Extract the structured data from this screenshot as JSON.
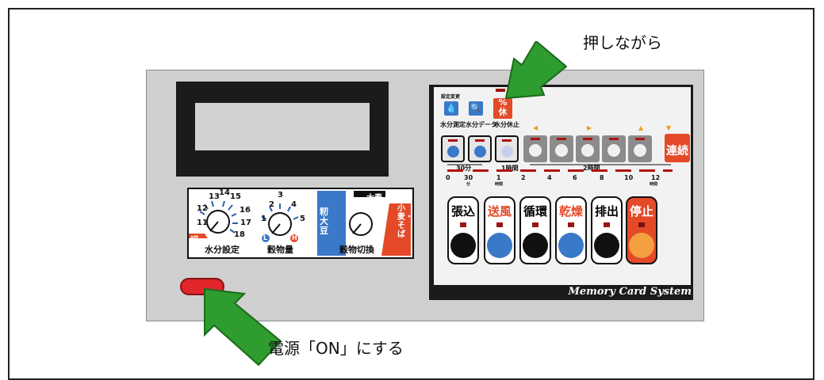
{
  "callouts": {
    "press_while": "押しながら",
    "power_on": "電源「ON」にする"
  },
  "dials": {
    "moisture": {
      "label": "水分設定",
      "ticks": [
        "13",
        "14",
        "15",
        "12",
        "16",
        "11",
        "17",
        "18"
      ],
      "off": "切"
    },
    "quantity": {
      "label": "穀物量",
      "ticks": [
        "2",
        "3",
        "4",
        "1",
        "5"
      ],
      "low": "L",
      "high": "H"
    },
    "grain": {
      "label": "穀物切換",
      "left_label": "籾大豆",
      "top_label": "大麦",
      "right_label": "小麦・そば"
    }
  },
  "control": {
    "setting_change": "設定変更",
    "icons": {
      "moisture_measure": "水分測定",
      "moisture_data": "水分データ",
      "moisture_pause": "水分休止",
      "pause_char": "休",
      "percent": "%"
    },
    "time_labels": {
      "min30": "30分",
      "hour1": "1時間",
      "hour2": "2時間"
    },
    "continuous": "連続",
    "scale": [
      "0",
      "30",
      "1",
      "2",
      "4",
      "6",
      "8",
      "10",
      "12"
    ],
    "scale_units": {
      "min": "分",
      "hour": "時間"
    },
    "ops": [
      "張込",
      "送風",
      "循環",
      "乾燥",
      "排出",
      "停止"
    ],
    "brand": "Memory Card System"
  },
  "colors": {
    "accent_red": "#e44a28",
    "panel": "#cfcfcf",
    "arrow_green": "#2e9c2e",
    "blue": "#3a78c8"
  }
}
